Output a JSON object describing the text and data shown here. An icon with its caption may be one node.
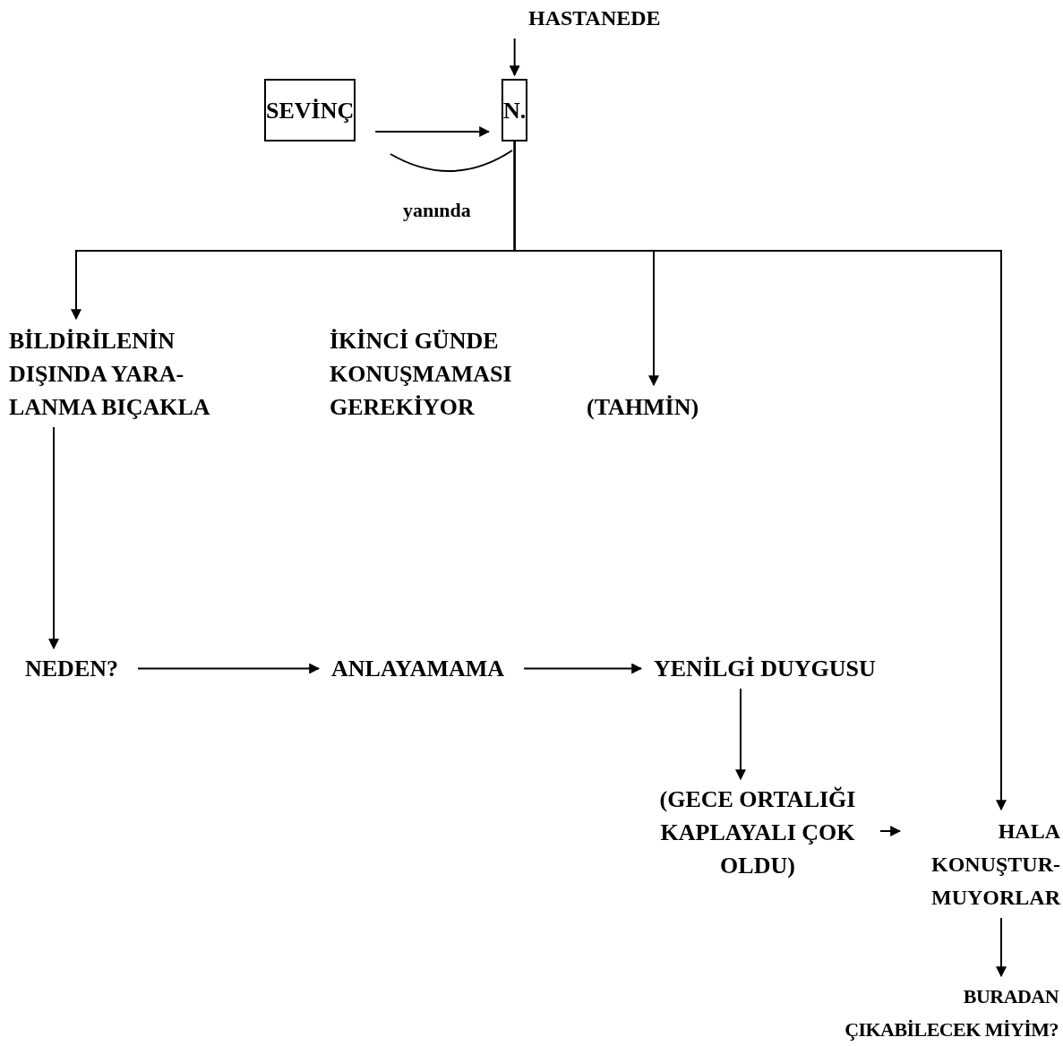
{
  "diagram": {
    "nodes": [
      {
        "text": [
          "HASTANEDE"
        ]
      },
      {
        "text": [
          "SEVİNÇ"
        ]
      },
      {
        "text": [
          "N."
        ]
      },
      {
        "text": [
          "BİLDİRİLENİN DIŞINDA YARA- LANMA BIÇAKLA"
        ]
      },
      {
        "text": [
          "(TAHMİN)"
        ]
      },
      {
        "text": [
          "NEDEN?"
        ]
      },
      {
        "text": [
          "ANLAYAMAMA"
        ]
      },
      {
        "text": [
          "YENİLGİ DUYGUSU"
        ]
      },
      {
        "text": [
          "(GECE ORTALIĞI KAPLAYALI ÇOK OLDU)"
        ]
      },
      {
        "text": [
          "HALA KONUŞTUR- MUYORLAR"
        ]
      },
      {
        "text": [
          "BURADAN ÇIKABİLECEK MİYİM?"
        ]
      }
    ],
    "edges": [
      {
        "from": 0,
        "to": 2,
        "arrow": "to"
      },
      {
        "from": 1,
        "to": 2,
        "arrow": "to"
      },
      {
        "from": 2,
        "to": 3,
        "arrow": "to"
      },
      {
        "from": 2,
        "to": 4,
        "arrow": "to"
      },
      {
        "from": 2,
        "to": 9,
        "arrow": "to"
      },
      {
        "from": 3,
        "to": 5,
        "arrow": "to"
      },
      {
        "from": 5,
        "to": 6,
        "arrow": "to"
      },
      {
        "from": 6,
        "to": 7,
        "arrow": "to"
      },
      {
        "from": 7,
        "to": 8,
        "arrow": "to"
      },
      {
        "from": 8,
        "to": 9,
        "arrow": "to"
      },
      {
        "from": 9,
        "to": 10,
        "arrow": "to"
      }
    ],
    "labels": [
      "yanında",
      "İKİNCİ GÜNDE KONUŞMAMASI GEREKİYOR"
    ]
  }
}
